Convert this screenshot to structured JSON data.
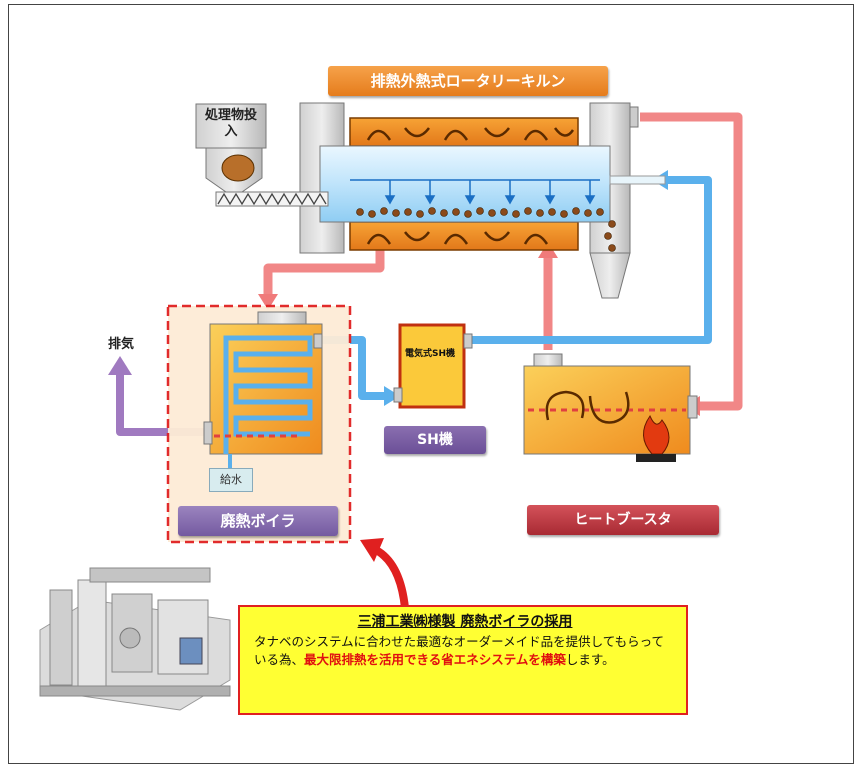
{
  "labels": {
    "kiln_title": "排熱外熱式ロータリーキルン",
    "hopper": "処理物投入",
    "exhaust": "排気",
    "sh_inner": "電気式SH機",
    "sh_unit": "SH機",
    "feed_water": "給水",
    "waste_heat_boiler": "廃熱ボイラ",
    "heat_booster": "ヒートブースタ"
  },
  "callout": {
    "title": "三浦工業㈱様製 廃熱ボイラの採用",
    "body_prefix": "タナベのシステムに合わせた最適なオーダーメイド品を提供してもらっている為、",
    "body_emphasis": "最大限排熱を活用できる省エネシステムを構築",
    "body_suffix": "します。"
  },
  "colors": {
    "hot_flow": "#f07070",
    "steam_flow": "#5ab0ec",
    "exhaust_flow": "#a07ac0",
    "callout_bg": "#ffff33",
    "callout_border": "#e02020",
    "emphasis": "#e01010",
    "orange": "#f39a2a"
  }
}
